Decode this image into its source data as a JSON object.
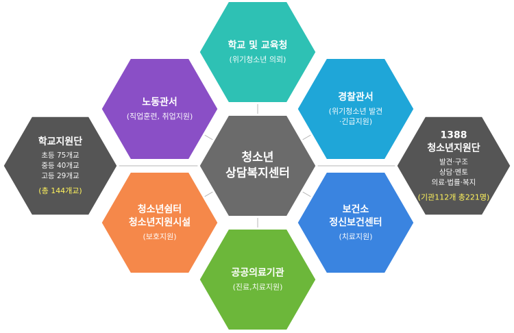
{
  "diagram": {
    "center": {
      "title_lines": [
        "청소년",
        "상담복지센터"
      ],
      "sub_lines": [],
      "highlight": "",
      "color": "#6b6b6b"
    },
    "nodes": [
      {
        "id": "school-office",
        "title_lines": [
          "학교 및 교육청"
        ],
        "sub_lines": [
          "(위기청소년 의뢰)"
        ],
        "highlight": "",
        "color": "#2ec1b4"
      },
      {
        "id": "police",
        "title_lines": [
          "경찰관서"
        ],
        "sub_lines": [
          "(위기청소년 발견",
          "·긴급지원)"
        ],
        "highlight": "",
        "color": "#1fa6d8"
      },
      {
        "id": "health-center",
        "title_lines": [
          "보건소",
          "정신보건센터"
        ],
        "sub_lines": [
          "(치료지원)"
        ],
        "highlight": "",
        "color": "#3a84e0"
      },
      {
        "id": "public-medical",
        "title_lines": [
          "공공의료기관"
        ],
        "sub_lines": [
          "(진료,치료지원)"
        ],
        "highlight": "",
        "color": "#6cb73a"
      },
      {
        "id": "shelter",
        "title_lines": [
          "청소년쉼터",
          "청소년지원시설"
        ],
        "sub_lines": [
          "(보호지원)"
        ],
        "highlight": "",
        "color": "#f5884a"
      },
      {
        "id": "labor-office",
        "title_lines": [
          "노동관서"
        ],
        "sub_lines": [
          "(직업훈련, 취업지원)"
        ],
        "highlight": "",
        "color": "#8a4fc6"
      },
      {
        "id": "school-support",
        "title_lines": [
          "학교지원단"
        ],
        "sub_lines": [
          "초등 75개교",
          "중등 40개교",
          "고등 29개교"
        ],
        "highlight": "(총 144개교)",
        "color": "#555555"
      },
      {
        "id": "youth-1388",
        "title_lines": [
          "1388",
          "청소년지원단"
        ],
        "sub_lines": [
          "발견·구조",
          "상담·멘토",
          "의료·법률·복지"
        ],
        "highlight": "(기관112개 총221명)",
        "color": "#555555"
      }
    ]
  }
}
